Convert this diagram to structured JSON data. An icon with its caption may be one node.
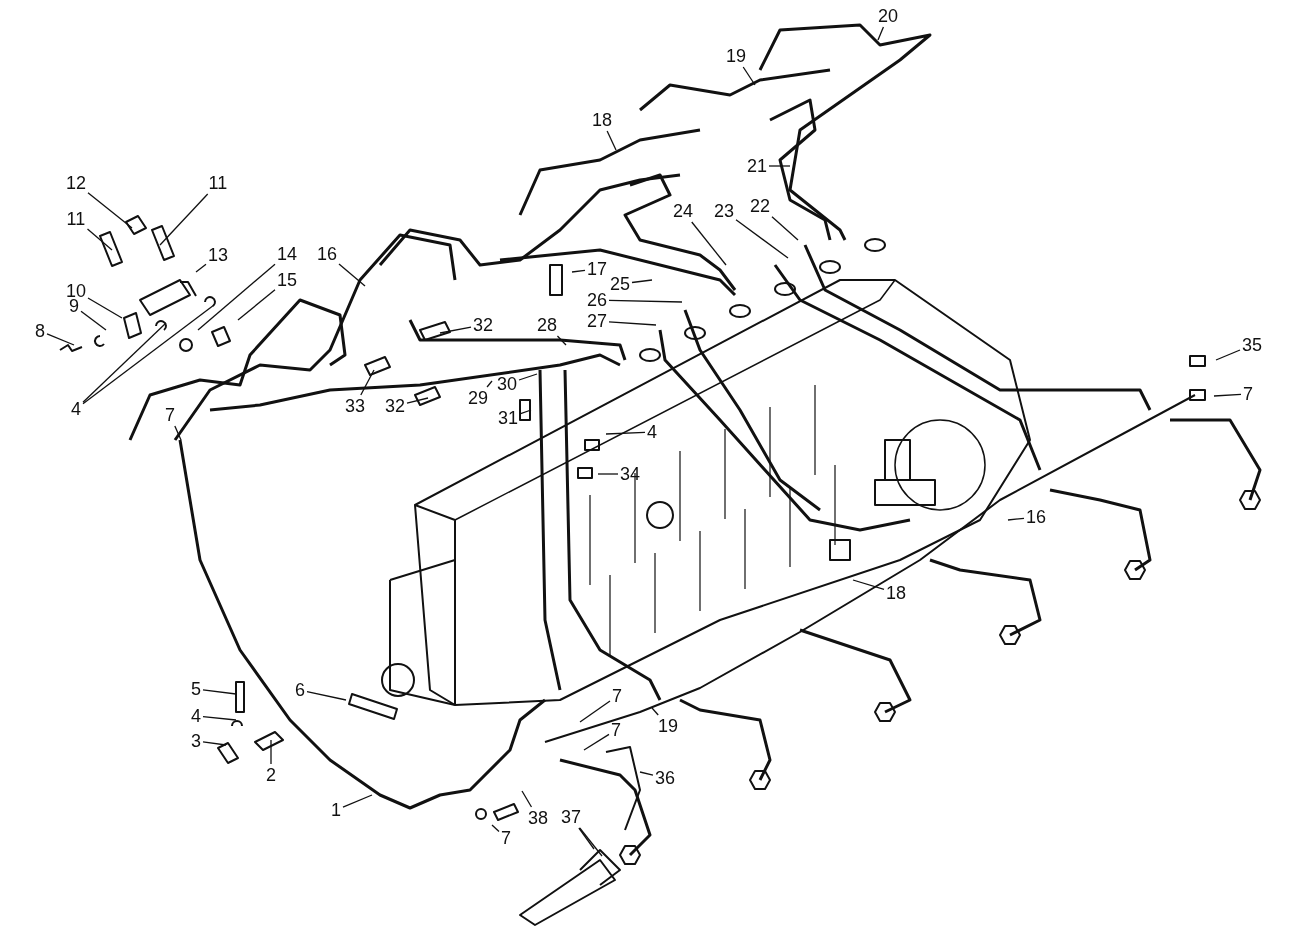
{
  "diagram": {
    "nodes": [
      {
        "text": [
          "20"
        ]
      },
      {
        "text": [
          "19"
        ]
      },
      {
        "text": [
          "18"
        ]
      },
      {
        "text": [
          "12"
        ]
      },
      {
        "text": [
          "11"
        ]
      },
      {
        "text": [
          "11"
        ]
      },
      {
        "text": [
          "21"
        ]
      },
      {
        "text": [
          "24"
        ]
      },
      {
        "text": [
          "23"
        ]
      },
      {
        "text": [
          "22"
        ]
      },
      {
        "text": [
          "13"
        ]
      },
      {
        "text": [
          "14"
        ]
      },
      {
        "text": [
          "16"
        ]
      },
      {
        "text": [
          "17"
        ]
      },
      {
        "text": [
          "10"
        ]
      },
      {
        "text": [
          "15"
        ]
      },
      {
        "text": [
          "25"
        ]
      },
      {
        "text": [
          "26"
        ]
      },
      {
        "text": [
          "9"
        ]
      },
      {
        "text": [
          "28"
        ]
      },
      {
        "text": [
          "8"
        ]
      },
      {
        "text": [
          "27"
        ]
      },
      {
        "text": [
          "32"
        ]
      },
      {
        "text": [
          "35"
        ]
      },
      {
        "text": [
          "7"
        ]
      },
      {
        "text": [
          "30"
        ]
      },
      {
        "text": [
          "29"
        ]
      },
      {
        "text": [
          "7"
        ]
      },
      {
        "text": [
          "4"
        ]
      },
      {
        "text": [
          "33"
        ]
      },
      {
        "text": [
          "32"
        ]
      },
      {
        "text": [
          "31"
        ]
      },
      {
        "text": [
          "4"
        ]
      },
      {
        "text": [
          "34"
        ]
      },
      {
        "text": [
          "16"
        ]
      },
      {
        "text": [
          "18"
        ]
      },
      {
        "text": [
          "6"
        ]
      },
      {
        "text": [
          "5"
        ]
      },
      {
        "text": [
          "7"
        ]
      },
      {
        "text": [
          "4"
        ]
      },
      {
        "text": [
          "7"
        ]
      },
      {
        "text": [
          "19"
        ]
      },
      {
        "text": [
          "3"
        ]
      },
      {
        "text": [
          "2"
        ]
      },
      {
        "text": [
          "36"
        ]
      },
      {
        "text": [
          "1"
        ]
      },
      {
        "text": [
          "7"
        ]
      },
      {
        "text": [
          "38"
        ]
      },
      {
        "text": [
          "37"
        ]
      }
    ],
    "edges": [
      {
        "from": 0,
        "to": null,
        "arrow": "none"
      },
      {
        "from": 1,
        "to": null,
        "arrow": "none"
      },
      {
        "from": 2,
        "to": null,
        "arrow": "none"
      },
      {
        "from": 3,
        "to": null,
        "arrow": "none"
      },
      {
        "from": 4,
        "to": null,
        "arrow": "none"
      },
      {
        "from": 5,
        "to": null,
        "arrow": "none"
      },
      {
        "from": 6,
        "to": null,
        "arrow": "none"
      },
      {
        "from": 7,
        "to": null,
        "arrow": "none"
      },
      {
        "from": 8,
        "to": null,
        "arrow": "none"
      },
      {
        "from": 9,
        "to": null,
        "arrow": "none"
      },
      {
        "from": 10,
        "to": null,
        "arrow": "none"
      },
      {
        "from": 11,
        "to": null,
        "arrow": "none"
      },
      {
        "from": 12,
        "to": null,
        "arrow": "none"
      },
      {
        "from": 13,
        "to": null,
        "arrow": "none"
      },
      {
        "from": 14,
        "to": null,
        "arrow": "none"
      },
      {
        "from": 15,
        "to": null,
        "arrow": "none"
      },
      {
        "from": 16,
        "to": null,
        "arrow": "none"
      },
      {
        "from": 17,
        "to": null,
        "arrow": "none"
      },
      {
        "from": 18,
        "to": null,
        "arrow": "none"
      },
      {
        "from": 19,
        "to": null,
        "arrow": "none"
      },
      {
        "from": 20,
        "to": null,
        "arrow": "none"
      },
      {
        "from": 21,
        "to": null,
        "arrow": "none"
      },
      {
        "from": 22,
        "to": null,
        "arrow": "none"
      },
      {
        "from": 23,
        "to": null,
        "arrow": "none"
      },
      {
        "from": 24,
        "to": null,
        "arrow": "none"
      },
      {
        "from": 25,
        "to": null,
        "arrow": "none"
      },
      {
        "from": 26,
        "to": null,
        "arrow": "none"
      },
      {
        "from": 27,
        "to": null,
        "arrow": "none"
      },
      {
        "from": 28,
        "to": null,
        "arrow": "none"
      },
      {
        "from": 28,
        "to": null,
        "arrow": "none"
      },
      {
        "from": 29,
        "to": null,
        "arrow": "none"
      },
      {
        "from": 30,
        "to": null,
        "arrow": "none"
      },
      {
        "from": 31,
        "to": null,
        "arrow": "none"
      },
      {
        "from": 32,
        "to": null,
        "arrow": "none"
      },
      {
        "from": 33,
        "to": null,
        "arrow": "none"
      },
      {
        "from": 34,
        "to": null,
        "arrow": "none"
      },
      {
        "from": 35,
        "to": null,
        "arrow": "none"
      },
      {
        "from": 36,
        "to": null,
        "arrow": "none"
      },
      {
        "from": 37,
        "to": null,
        "arrow": "none"
      },
      {
        "from": 38,
        "to": null,
        "arrow": "none"
      },
      {
        "from": 39,
        "to": null,
        "arrow": "none"
      },
      {
        "from": 40,
        "to": null,
        "arrow": "none"
      },
      {
        "from": 41,
        "to": null,
        "arrow": "none"
      },
      {
        "from": 42,
        "to": null,
        "arrow": "none"
      },
      {
        "from": 43,
        "to": null,
        "arrow": "none"
      },
      {
        "from": 44,
        "to": null,
        "arrow": "none"
      },
      {
        "from": 45,
        "to": null,
        "arrow": "none"
      },
      {
        "from": 46,
        "to": null,
        "arrow": "none"
      },
      {
        "from": 47,
        "to": null,
        "arrow": "none"
      },
      {
        "from": 48,
        "to": null,
        "arrow": "none"
      },
      {
        "from": 48,
        "to": null,
        "arrow": "none"
      }
    ]
  }
}
